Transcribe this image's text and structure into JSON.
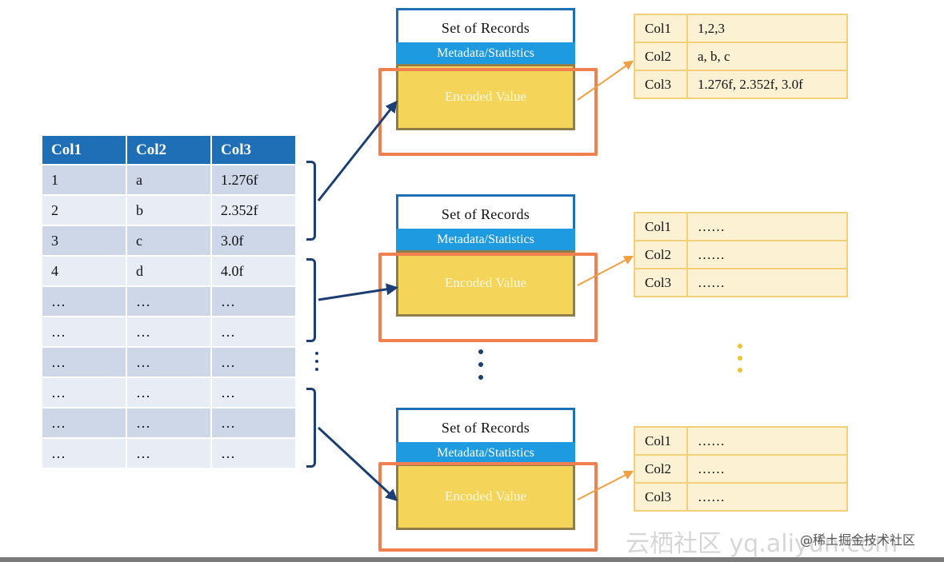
{
  "source_table": {
    "headers": [
      "Col1",
      "Col2",
      "Col3"
    ],
    "rows": [
      [
        "1",
        "a",
        "1.276f"
      ],
      [
        "2",
        "b",
        "2.352f"
      ],
      [
        "3",
        "c",
        "3.0f"
      ],
      [
        "4",
        "d",
        "4.0f"
      ],
      [
        "…",
        "…",
        "…"
      ],
      [
        "…",
        "…",
        "…"
      ],
      [
        "…",
        "…",
        "…"
      ],
      [
        "…",
        "…",
        "…"
      ],
      [
        "…",
        "…",
        "…"
      ],
      [
        "…",
        "…",
        "…"
      ]
    ]
  },
  "blocks": [
    {
      "title": "Set of Records",
      "meta": "Metadata/Statistics",
      "encoded": "Encoded Value",
      "columns": [
        {
          "key": "Col1",
          "value": "1,2,3"
        },
        {
          "key": "Col2",
          "value": "a, b, c"
        },
        {
          "key": "Col3",
          "value": "1.276f, 2.352f, 3.0f"
        }
      ]
    },
    {
      "title": "Set of Records",
      "meta": "Metadata/Statistics",
      "encoded": "Encoded Value",
      "columns": [
        {
          "key": "Col1",
          "value": "……"
        },
        {
          "key": "Col2",
          "value": "……"
        },
        {
          "key": "Col3",
          "value": "……"
        }
      ]
    },
    {
      "title": "Set of Records",
      "meta": "Metadata/Statistics",
      "encoded": "Encoded Value",
      "columns": [
        {
          "key": "Col1",
          "value": "……"
        },
        {
          "key": "Col2",
          "value": "……"
        },
        {
          "key": "Col3",
          "value": "……"
        }
      ]
    }
  ],
  "watermark": "云栖社区 yq.aliyun.com",
  "credit": "@稀土掘金技术社区",
  "colors": {
    "header_blue": "#1e6fb5",
    "meta_blue": "#1e9be0",
    "encoded_yellow": "#f5d45a",
    "highlight_orange": "#f08050",
    "arrow_navy": "#1c3f73",
    "arrow_orange": "#f0a040"
  }
}
